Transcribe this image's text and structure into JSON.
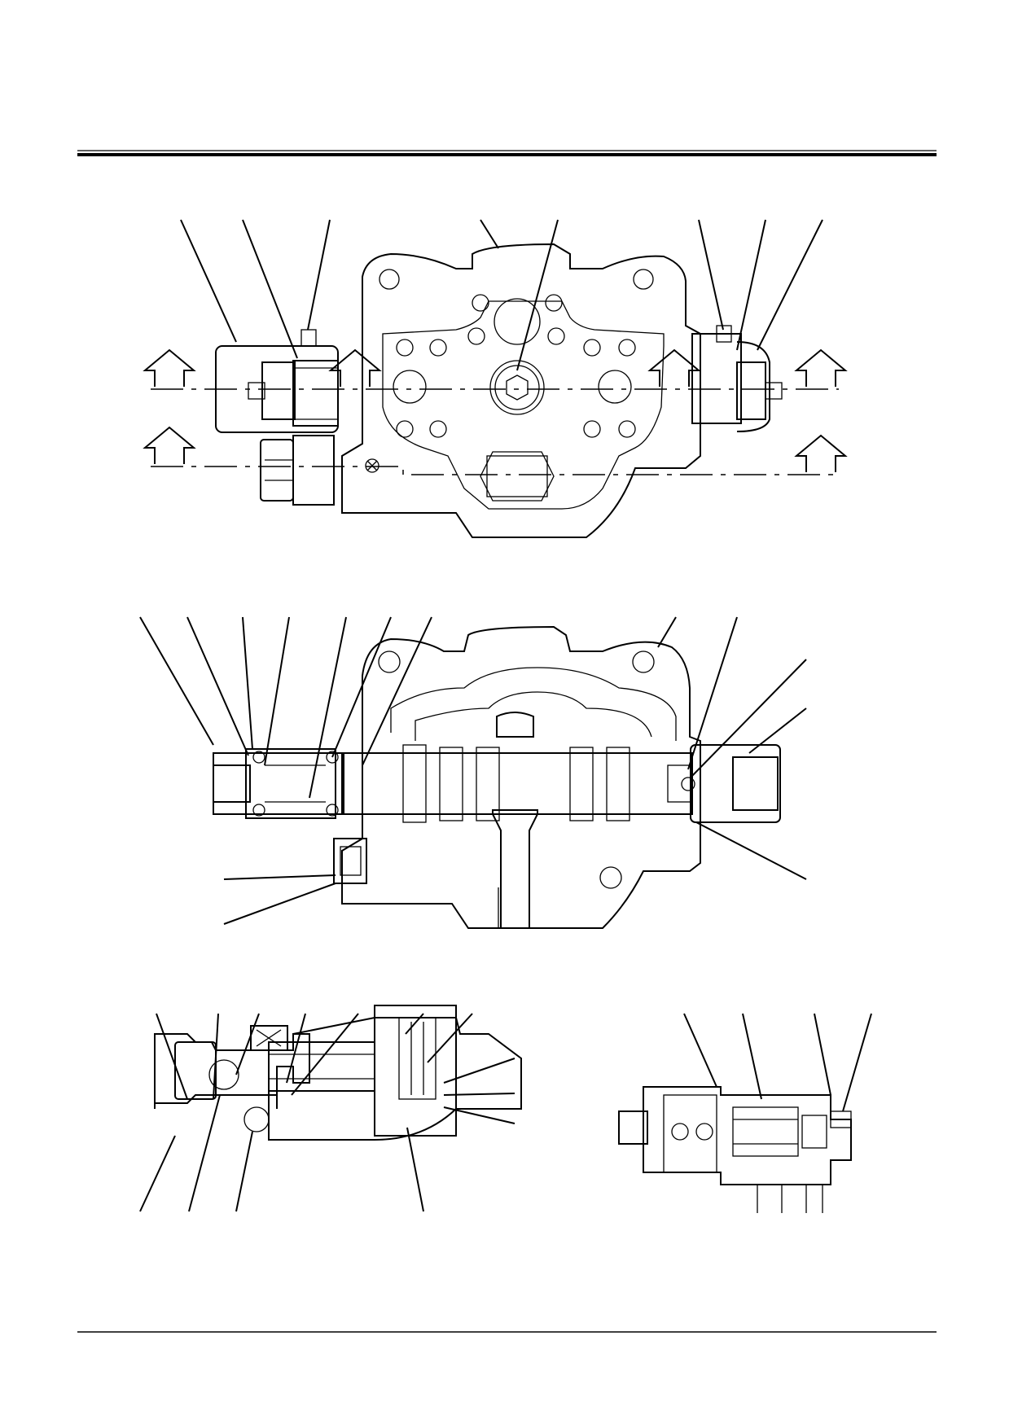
{
  "document": {
    "type": "technical-drawing",
    "sheet_style": "service-manual",
    "views": [
      {
        "id": "top-view",
        "description_visible": false
      },
      {
        "id": "front-section-view",
        "description_visible": false
      },
      {
        "id": "relief-valve-detail-left",
        "description_visible": false
      },
      {
        "id": "relief-valve-detail-right",
        "description_visible": false
      }
    ]
  },
  "colors": {
    "ink": "#000000",
    "paper": "#ffffff"
  }
}
